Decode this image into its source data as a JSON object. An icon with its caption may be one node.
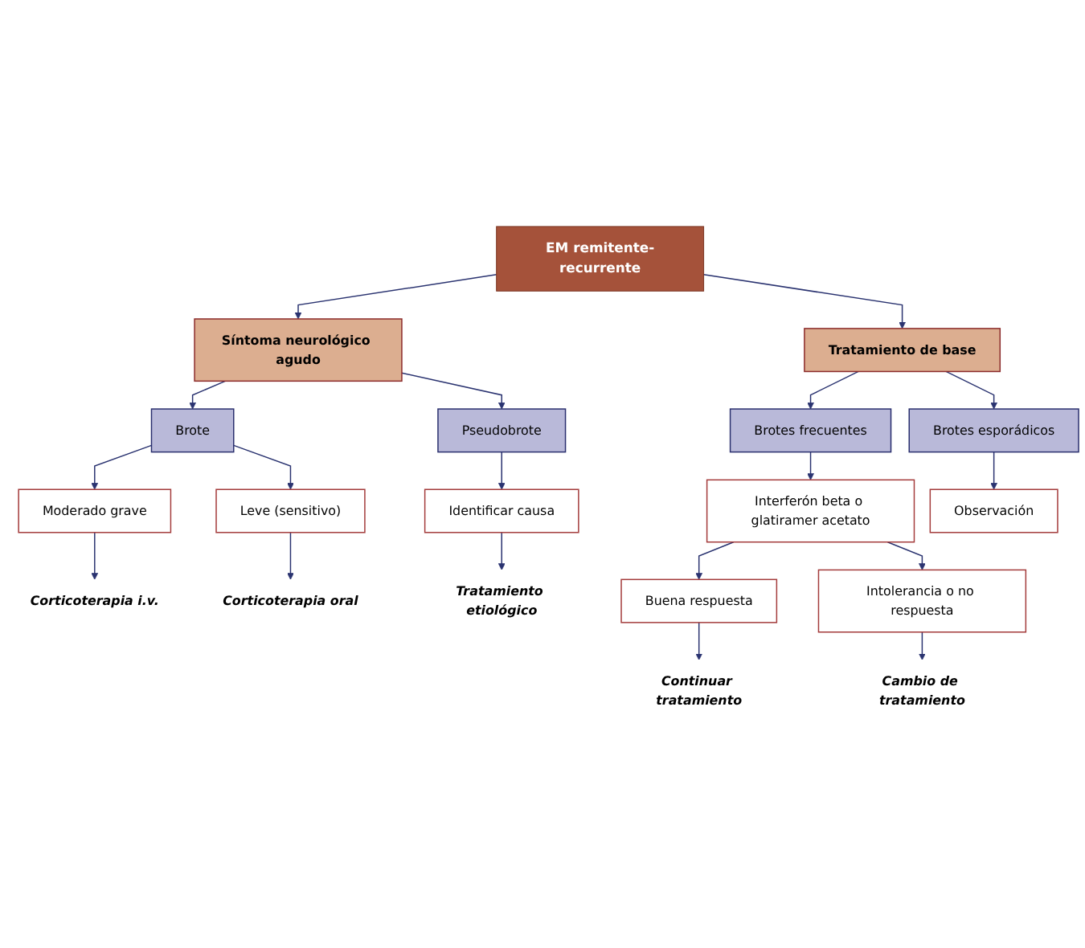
{
  "diagram": {
    "nodes": [
      {
        "text": [
          "EM remitente-recurrente"
        ]
      },
      {
        "text": [
          "Síntoma neurológico agudo"
        ]
      },
      {
        "text": [
          "Tratamiento de base"
        ]
      },
      {
        "text": [
          "Brote"
        ]
      },
      {
        "text": [
          "Pseudobrote"
        ]
      },
      {
        "text": [
          "Brotes frecuentes"
        ]
      },
      {
        "text": [
          "Brotes esporádicos"
        ]
      },
      {
        "text": [
          "Moderado grave"
        ]
      },
      {
        "text": [
          "Leve (sensitivo)"
        ]
      },
      {
        "text": [
          "Identificar causa"
        ]
      },
      {
        "text": [
          "Interferón beta o glatiramer acetato"
        ]
      },
      {
        "text": [
          "Observación"
        ]
      },
      {
        "text": [
          "Corticoterapia i.v."
        ]
      },
      {
        "text": [
          "Corticoterapia oral"
        ]
      },
      {
        "text": [
          "Tratamiento etiológico"
        ]
      },
      {
        "text": [
          "Buena respuesta"
        ]
      },
      {
        "text": [
          "Intolerancia o no respuesta"
        ]
      },
      {
        "text": [
          "Continuar tratamiento"
        ]
      },
      {
        "text": [
          "Cambio de tratamiento"
        ]
      }
    ],
    "edges": [
      {
        "from": 0,
        "to": 1,
        "arrow": "to"
      },
      {
        "from": 0,
        "to": 2,
        "arrow": "to"
      },
      {
        "from": 1,
        "to": 3,
        "arrow": "to"
      },
      {
        "from": 1,
        "to": 4,
        "arrow": "to"
      },
      {
        "from": 2,
        "to": 5,
        "arrow": "to"
      },
      {
        "from": 2,
        "to": 6,
        "arrow": "to"
      },
      {
        "from": 3,
        "to": 7,
        "arrow": "to"
      },
      {
        "from": 3,
        "to": 8,
        "arrow": "to"
      },
      {
        "from": 4,
        "to": 9,
        "arrow": "to"
      },
      {
        "from": 5,
        "to": 10,
        "arrow": "to"
      },
      {
        "from": 6,
        "to": 11,
        "arrow": "to"
      },
      {
        "from": 7,
        "to": 12,
        "arrow": "to"
      },
      {
        "from": 8,
        "to": 13,
        "arrow": "to"
      },
      {
        "from": 9,
        "to": 14,
        "arrow": "to"
      },
      {
        "from": 10,
        "to": 15,
        "arrow": "to"
      },
      {
        "from": 10,
        "to": 16,
        "arrow": "to"
      },
      {
        "from": 15,
        "to": 17,
        "arrow": "to"
      },
      {
        "from": 16,
        "to": 18,
        "arrow": "to"
      }
    ]
  }
}
